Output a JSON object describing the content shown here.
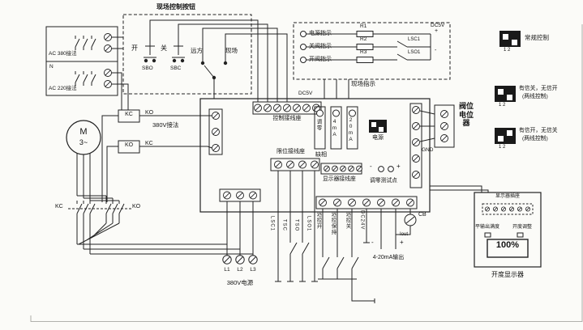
{
  "symbols": {
    "plus": "+",
    "minus": "-",
    "dip_nums": "1 2"
  },
  "ac_box": {
    "ac380": "AC 380接法",
    "n": "N",
    "ac220": "AC 220接法"
  },
  "field_control": {
    "title": "现场控制按钮",
    "open": "开",
    "close": "关",
    "sbo": "SBO",
    "sbc": "SBC",
    "remote": "远方",
    "local": "现场"
  },
  "field_indicator": {
    "title": "现场指示",
    "power": "电源指示",
    "close_valve": "关阀指示",
    "open_valve": "开阀指示",
    "r1": "R1",
    "r2": "R2",
    "r3": "R3",
    "lsc1": "LSC1",
    "lso1": "LSO1",
    "dc5v": "DC5V"
  },
  "dip_legend": {
    "normal": "常规控制",
    "two_wire_1": "有信关，无信开",
    "two_wire_2": "有信开，无信关",
    "two_wire_note": "(两线控制)"
  },
  "valve_pot": {
    "label": "阀位电位器",
    "gnd": "GND"
  },
  "board": {
    "control_terminal": "控制接线座",
    "dc5v": "DC5V",
    "wiring_380": "380V接法",
    "kc": "KC",
    "ko": "KO",
    "pot_zero": "调零",
    "pot_4ma": "4mA",
    "pot_20ma": "20mA",
    "phase_loss": "缺相",
    "power": "电源",
    "limit_terminal": "限位接线座",
    "display_terminal": "显示器接线座",
    "zero_test": "调零测试点"
  },
  "motor": {
    "m": "M",
    "phase": "3~",
    "kc": "KC",
    "ko": "KO"
  },
  "power_in": {
    "l1": "L1",
    "l2": "L2",
    "l3": "L3",
    "label": "380V电源"
  },
  "limit_wires": {
    "lsc1": "LSC1",
    "tsc": "TSC",
    "tso": "TSO",
    "lso1": "LSO1"
  },
  "remote_io": {
    "open": "远控开",
    "hold": "远控保持",
    "close": "远控关",
    "dc24v": "DC24V",
    "output": "4-20mA输出",
    "iout": "Iout",
    "cb": "CB"
  },
  "display": {
    "socket": "显示器插座",
    "full_scale": "平输出满度",
    "adjust": "开度调整",
    "value": "100%",
    "label": "开度显示器"
  }
}
